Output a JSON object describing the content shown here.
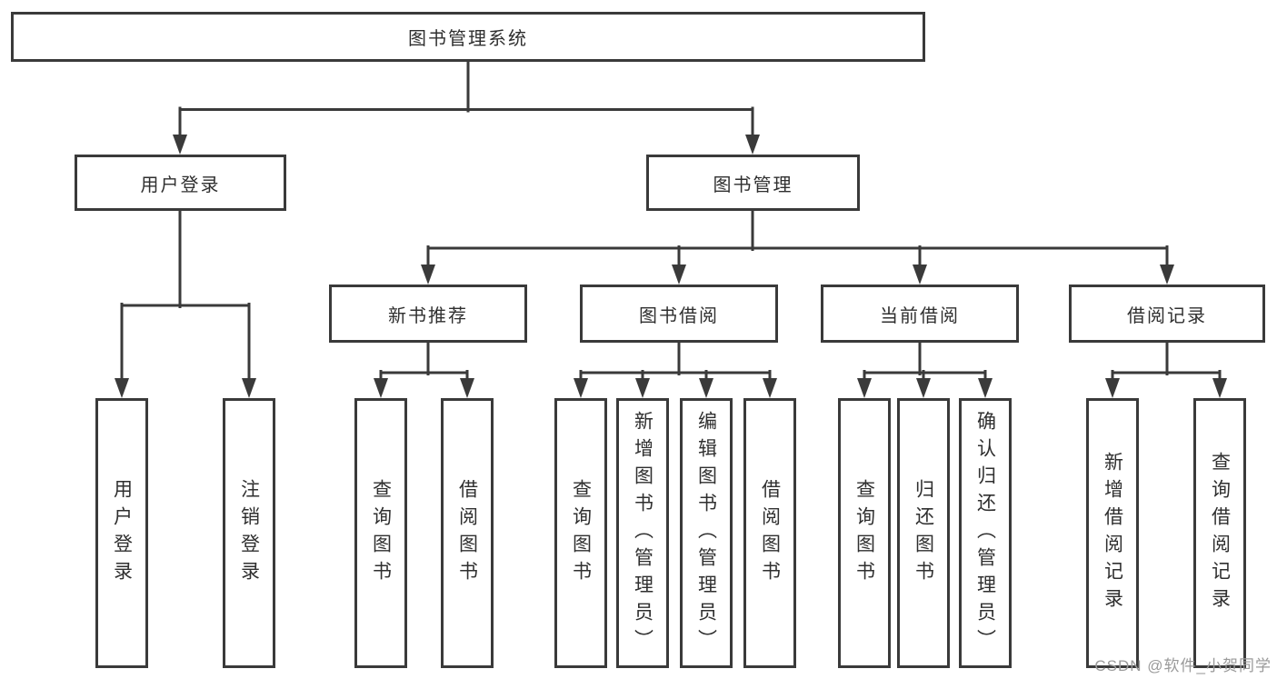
{
  "title": "图书管理系统",
  "level2": {
    "left": "用户登录",
    "right": "图书管理"
  },
  "level3": [
    "新书推荐",
    "图书借阅",
    "当前借阅",
    "借阅记录"
  ],
  "leaves": {
    "userLogin": [
      "用户登录",
      "注销登录"
    ],
    "newBooks": [
      "查询图书",
      "借阅图书"
    ],
    "bookBorrow": [
      "查询图书",
      "新增图书（管理员）",
      "编辑图书（管理员）",
      "借阅图书"
    ],
    "currentBorrow": [
      "查询图书",
      "归还图书",
      "确认归还（管理员）"
    ],
    "records": [
      "新增借阅记录",
      "查询借阅记录"
    ]
  },
  "watermark": "CSDN @软件_小贺同学",
  "colors": {
    "line": "#3a3a3a",
    "text": "#2f2f2f",
    "watermark": "#9a9a9a",
    "background": "#ffffff"
  }
}
